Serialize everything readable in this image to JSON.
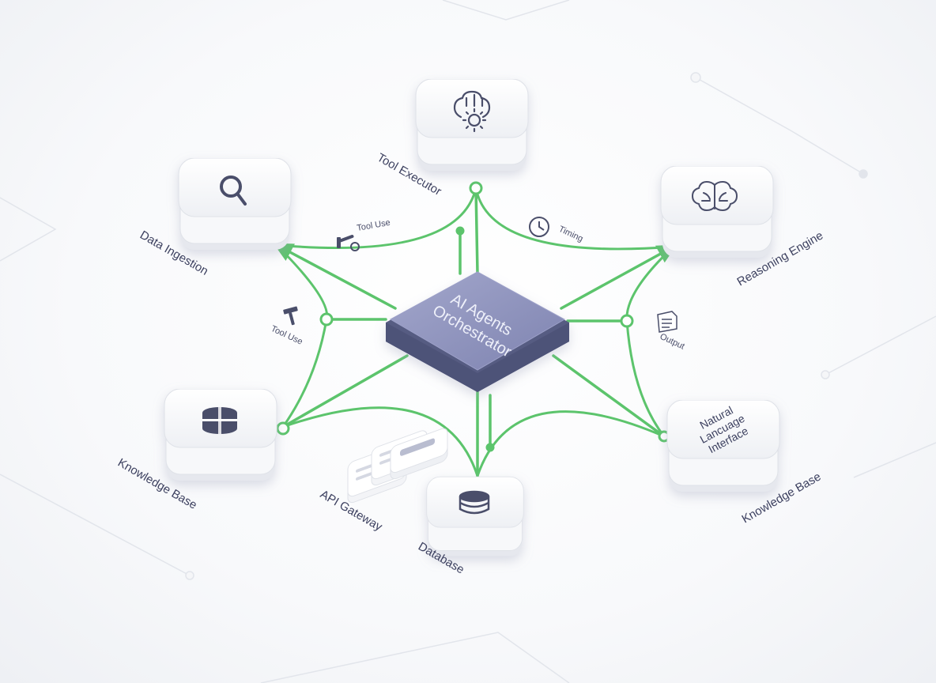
{
  "center": {
    "line1": "AI Agents",
    "line2": "Orchestrator"
  },
  "nodes": {
    "tool_executor": "Tool Executor",
    "data_ingestion": "Data Ingestion",
    "reasoning_engine": "Reasoning Engine",
    "knowledge_base_left": "Knowledge Base",
    "knowledge_base_right": "Knowledge Base",
    "api_gateway": "API Gateway",
    "database": "Database",
    "nli": {
      "line1": "Natural",
      "line2": "Lancuage",
      "line3": "Interface"
    }
  },
  "annotations": {
    "tool_use_top": "Tool Use",
    "tool_use_left": "Tool Use",
    "timing": "Timing",
    "output": "Output"
  },
  "icons": {
    "tool_executor": "brain-gear-icon",
    "data_ingestion": "magnifier-icon",
    "reasoning_engine": "brain-icon",
    "knowledge_base_left": "database-icon",
    "database": "database-icon",
    "api_gateway": "document-stack-icon",
    "timing": "clock-icon",
    "output": "document-icon",
    "tool_use_top": "wrench-icon",
    "tool_use_left": "hammer-icon"
  },
  "colors": {
    "connector": "#5cc46c",
    "center_top": "#8d92bd",
    "center_side": "#5b5f86",
    "tile_face": "#ffffff",
    "tile_accent": "#3f4466",
    "text": "#3d4160"
  }
}
